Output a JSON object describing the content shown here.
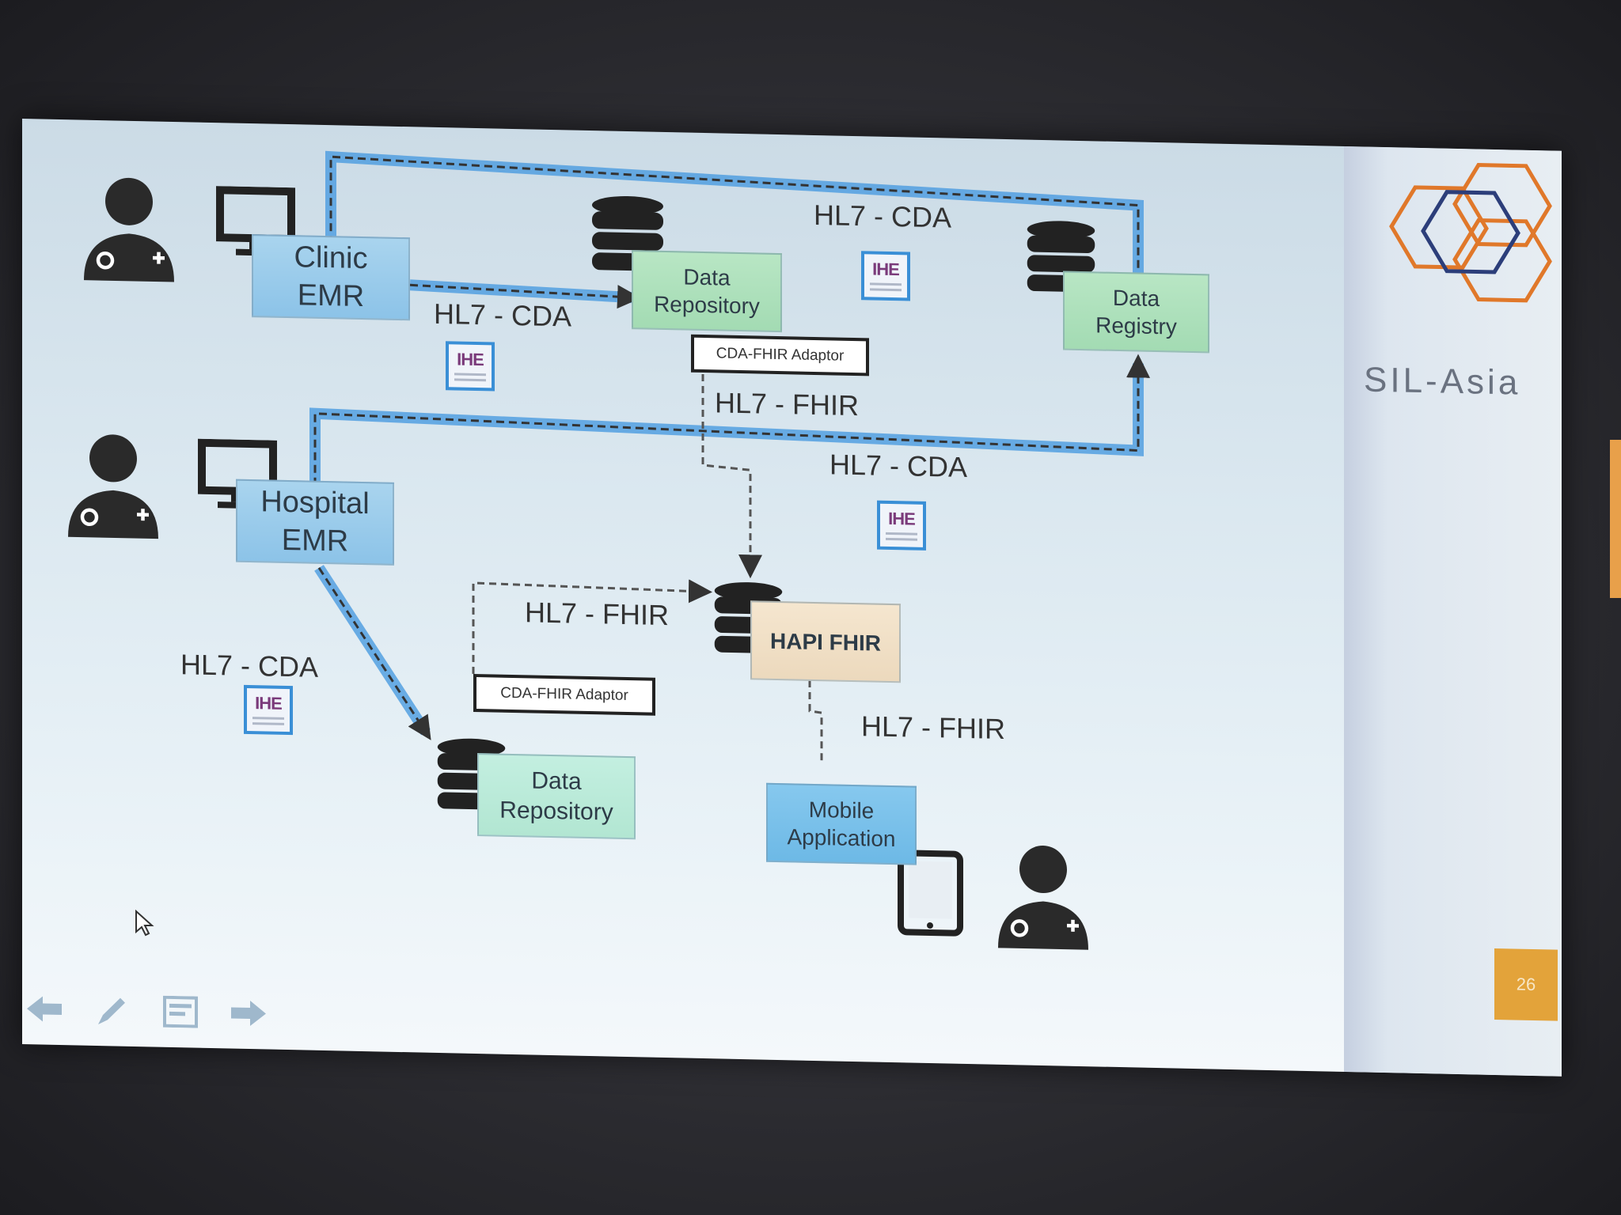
{
  "nodes": {
    "clinic_emr": "Clinic\nEMR",
    "hospital_emr": "Hospital\nEMR",
    "data_repository_top": "Data\nRepository",
    "data_registry": "Data\nRegistry",
    "data_repository_bottom": "Data\nRepository",
    "hapi_fhir": "HAPI FHIR",
    "mobile_app": "Mobile\nApplication",
    "adaptor_top": "CDA-FHIR Adaptor",
    "adaptor_bottom": "CDA-FHIR Adaptor"
  },
  "labels": {
    "cda_top_right": "HL7 - CDA",
    "cda_clinic": "HL7 - CDA",
    "fhir_adaptor": "HL7 - FHIR",
    "cda_registry_loop": "HL7 - CDA",
    "fhir_bottom_repo": "HL7 - FHIR",
    "cda_hospital": "HL7 - CDA",
    "fhir_mobile": "HL7 - FHIR"
  },
  "badges": {
    "ihe": "IHE"
  },
  "logo": {
    "text": "SIL-Asia"
  },
  "slide_number": "26",
  "colors": {
    "emr_blue": "#8cc3e8",
    "repo_green": "#a3dbb3",
    "hapi_tan": "#ecd9bd",
    "connector_blue": "#4a9be0",
    "logo_orange": "#e0782a",
    "logo_navy": "#2c3e7a",
    "slide_number_bg": "#e3a33a"
  },
  "icons": [
    "doctor-icon",
    "monitor-icon",
    "database-icon",
    "tablet-icon",
    "hexagon-logo-icon",
    "ihe-badge-icon"
  ],
  "toolbar": [
    "prev-arrow-icon",
    "pen-icon",
    "slides-icon",
    "next-arrow-icon"
  ]
}
